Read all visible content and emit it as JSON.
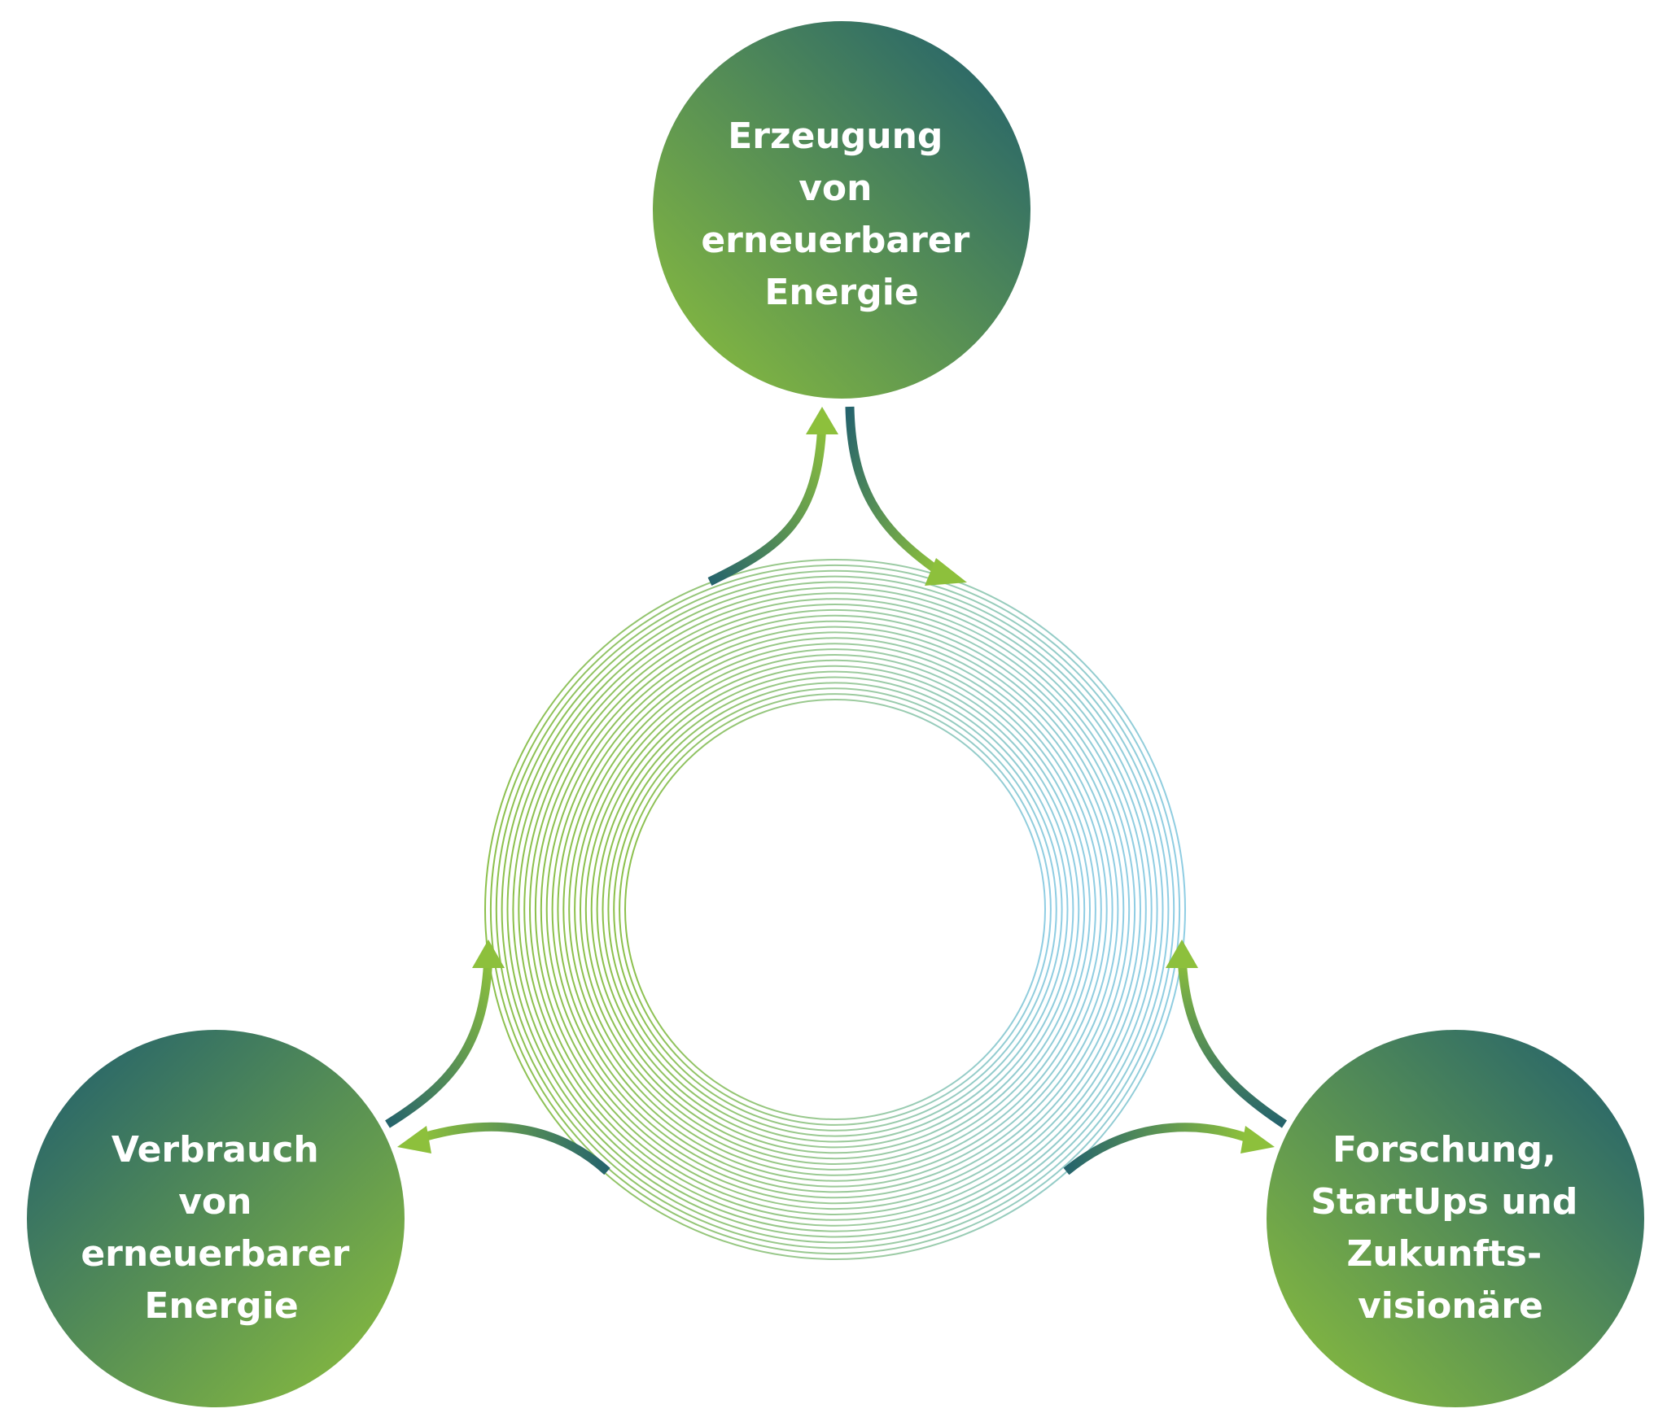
{
  "nodes": [
    {
      "id": "generation",
      "lines": [
        "Erzeugung",
        "von",
        "erneuerbarer",
        "Energie"
      ]
    },
    {
      "id": "consumption",
      "lines": [
        "Verbrauch",
        "von",
        "erneuerbarer",
        "Energie"
      ]
    },
    {
      "id": "research",
      "lines": [
        "Forschung,",
        "StartUps und",
        "Zukunfts-",
        "visionäre"
      ]
    }
  ],
  "colors": {
    "dark_teal": "#25636C",
    "light_green": "#8DC03C",
    "ring_green": "#8CC04B",
    "ring_blue": "#8FCDE3"
  }
}
